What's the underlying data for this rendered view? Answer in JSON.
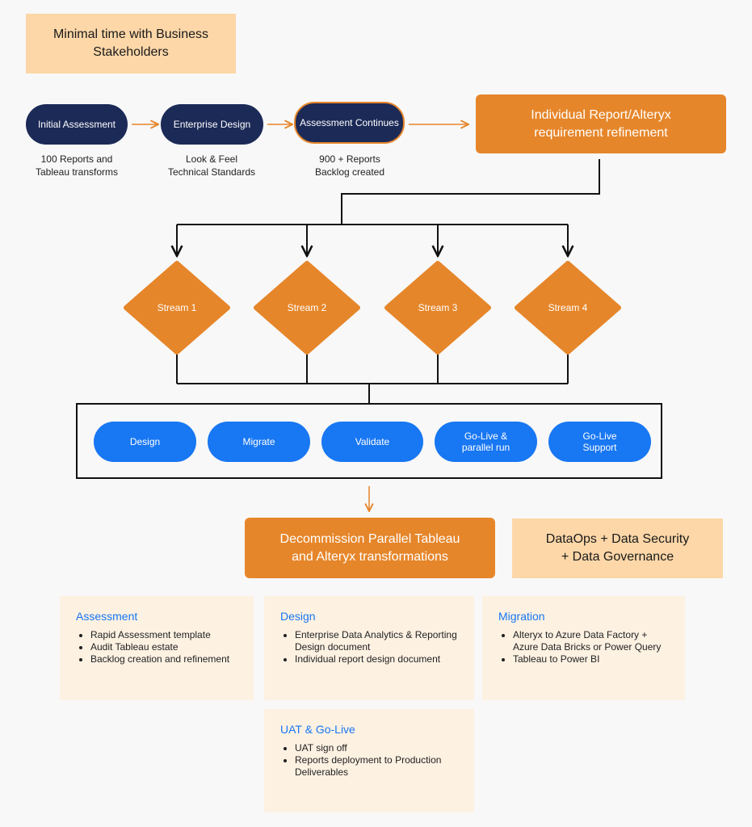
{
  "header_note": {
    "line1": "Minimal time with Business",
    "line2": "Stakeholders"
  },
  "phases": [
    {
      "label": "Initial Assessment",
      "caption1": "100 Reports and",
      "caption2": "Tableau transforms"
    },
    {
      "label": "Enterprise Design",
      "caption1": "Look & Feel",
      "caption2": "Technical Standards"
    },
    {
      "label": "Assessment Continues",
      "caption1": "900 + Reports",
      "caption2": "Backlog created"
    }
  ],
  "refinement": {
    "line1": "Individual Report/Alteryx",
    "line2": "requirement refinement"
  },
  "streams": [
    "Stream 1",
    "Stream 2",
    "Stream 3",
    "Stream 4"
  ],
  "steps": [
    {
      "line1": "Design",
      "line2": ""
    },
    {
      "line1": "Migrate",
      "line2": ""
    },
    {
      "line1": "Validate",
      "line2": ""
    },
    {
      "line1": "Go-Live &",
      "line2": "parallel run"
    },
    {
      "line1": "Go-Live",
      "line2": "Support"
    }
  ],
  "decommission": {
    "line1": "Decommission Parallel Tableau",
    "line2": "and Alteryx transformations"
  },
  "dataops": {
    "line1": "DataOps + Data Security",
    "line2": "+ Data Governance"
  },
  "cards": {
    "assessment": {
      "title": "Assessment",
      "items": [
        "Rapid Assessment template",
        "Audit Tableau estate",
        "Backlog creation and refinement"
      ]
    },
    "design": {
      "title": "Design",
      "items": [
        "Enterprise Data Analytics & Reporting Design document",
        "Individual report design document"
      ]
    },
    "migration": {
      "title": "Migration",
      "items": [
        "Alteryx to Azure Data Factory + Azure Data Bricks or Power Query",
        "Tableau to Power BI"
      ]
    },
    "uat": {
      "title": "UAT & Go-Live",
      "items": [
        "UAT sign off",
        "Reports deployment to Production Deliverables"
      ]
    }
  },
  "colors": {
    "orange": "#e6862a",
    "peach": "#fdd7a8",
    "navy": "#1c2a57",
    "blue": "#1877f2",
    "card": "#fdf1e2",
    "line": "#111111"
  }
}
